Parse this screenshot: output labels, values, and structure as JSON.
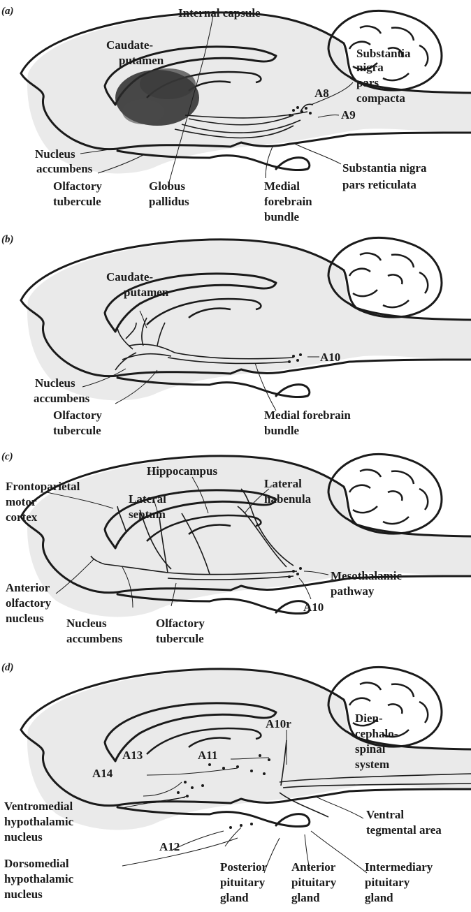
{
  "panels": [
    {
      "label": "(a)",
      "annotations": [
        "Internal capsule",
        "Caudate-",
        "putamen",
        "Substantia",
        "nigra",
        "pars",
        "compacta",
        "A8",
        "A9",
        "Nucleus",
        "accumbens",
        "Olfactory",
        "tubercule",
        "Globus",
        "pallidus",
        "Medial",
        "forebrain",
        "bundle",
        "Substantia nigra",
        "pars reticulata"
      ]
    },
    {
      "label": "(b)",
      "annotations": [
        "Caudate-",
        "putamen",
        "A10",
        "Nucleus",
        "accumbens",
        "Olfactory",
        "tubercule",
        "Medial forebrain",
        "bundle"
      ]
    },
    {
      "label": "(c)",
      "annotations": [
        "Hippocampus",
        "Frontoparietal",
        "motor",
        "cortex",
        "Lateral",
        "septum",
        "Lateral",
        "habenula",
        "Mesothalamic",
        "pathway",
        "Anterior",
        "olfactory",
        "nucleus",
        "A10",
        "Nucleus",
        "accumbens",
        "Olfactory",
        "tubercule"
      ]
    },
    {
      "label": "(d)",
      "annotations": [
        "Dien-",
        "cephalo-",
        "spinal",
        "system",
        "A10r",
        "A13",
        "A11",
        "A14",
        "Ventromedial",
        "hypothalamic",
        "nucleus",
        "Ventral",
        "tegmental area",
        "A12",
        "Dorsomedial",
        "hypothalamic",
        "nucleus",
        "Posterior",
        "pituitary",
        "gland",
        "Anterior",
        "pituitary",
        "gland",
        "Intermediary",
        "pituitary",
        "gland"
      ]
    }
  ]
}
